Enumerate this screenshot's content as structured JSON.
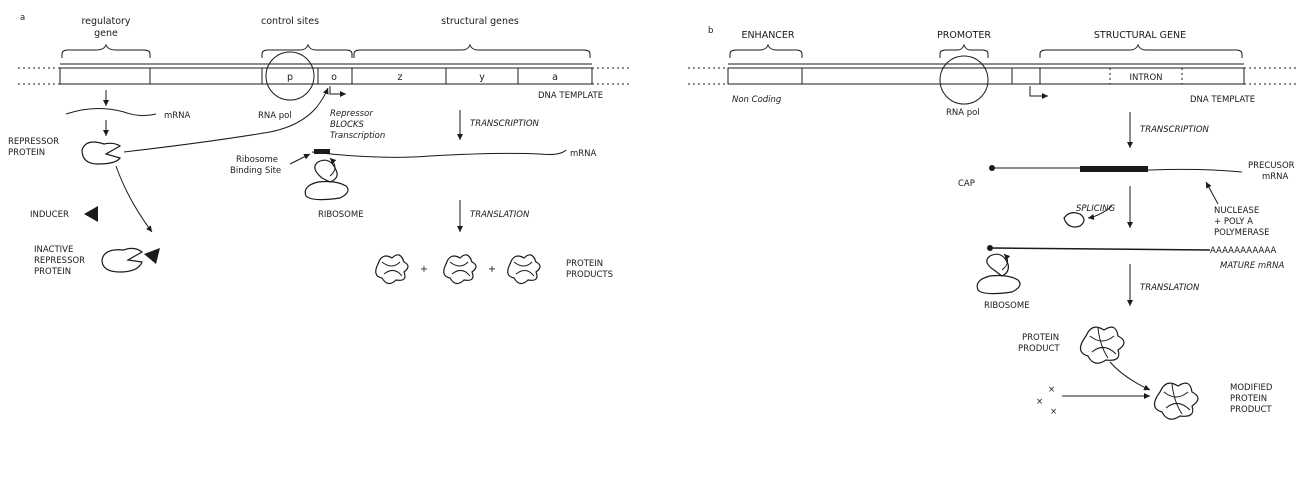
{
  "panel_a": {
    "letter": "a",
    "regulatory_gene": [
      "regulatory",
      "gene"
    ],
    "control_sites": "control sites",
    "structural_genes": "structural genes",
    "gene_p": "p",
    "gene_o": "o",
    "gene_z": "z",
    "gene_y": "y",
    "gene_a": "a",
    "dna_template": "DNA TEMPLATE",
    "mrna_1": "mRNA",
    "rna_pol": "RNA pol",
    "repressor_blocks": [
      "Repressor",
      "BLOCKS",
      "Transcription"
    ],
    "transcription": "TRANSCRIPTION",
    "repressor_protein": [
      "REPRESSOR",
      "PROTEIN"
    ],
    "ribosome_binding_site": [
      "Ribosome",
      "Binding Site"
    ],
    "mrna_2": "mRNA",
    "inducer": "INDUCER",
    "ribosome": "RIBOSOME",
    "translation": "TRANSLATION",
    "inactive_repressor": [
      "INACTIVE",
      "REPRESSOR",
      "PROTEIN"
    ],
    "plus": "+",
    "protein_products": [
      "PROTEIN",
      "PRODUCTS"
    ]
  },
  "panel_b": {
    "letter": "b",
    "enhancer": "ENHANCER",
    "promoter": "PROMOTER",
    "structural_gene": "STRUCTURAL GENE",
    "intron": "INTRON",
    "non_coding": "Non Coding",
    "rna_pol": "RNA pol",
    "dna_template": "DNA TEMPLATE",
    "transcription": "TRANSCRIPTION",
    "cap": "CAP",
    "precursor_mrna": [
      "PRECUSOR",
      "mRNA"
    ],
    "splicing": "SPLICING",
    "nuclease": [
      "NUCLEASE",
      "+ POLY A",
      "POLYMERASE"
    ],
    "poly_a": "AAAAAAAAAAA",
    "mature_mrna": "MATURE mRNA",
    "ribosome": "RIBOSOME",
    "translation": "TRANSLATION",
    "protein_product": [
      "PROTEIN",
      "PRODUCT"
    ],
    "modified_protein": [
      "MODIFIED",
      "PROTEIN",
      "PRODUCT"
    ]
  }
}
